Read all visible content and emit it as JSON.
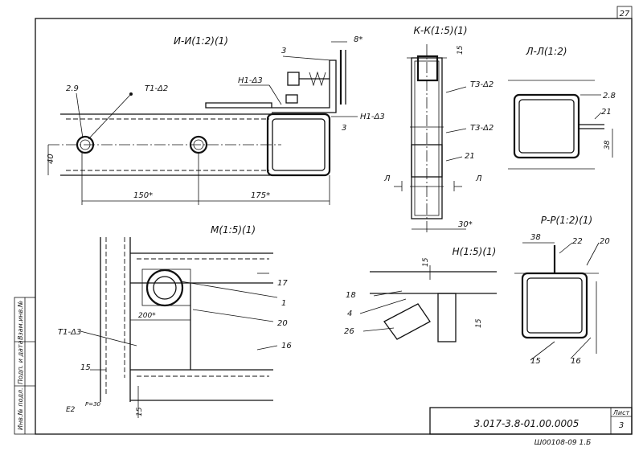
{
  "sheet_corner_number": "27",
  "sheet_label": "Лист",
  "sheet_number": "3",
  "doc_code": "3.017-3.8-01.00.0005",
  "bottom_code": "Ш00108-09  1.Б",
  "side_stamp": [
    "Инв.№ подл.",
    "Подп. и дата",
    "Взам.инв.№"
  ],
  "views": {
    "ii": {
      "title": "И-И(1:2)(1)",
      "labels": [
        "2.9",
        "Т1-Δ2",
        "Н1-Δ3",
        "3",
        "8*",
        "Н1-Δ3",
        "3",
        "40",
        "150*",
        "175*"
      ]
    },
    "kk": {
      "title": "К-К(1:5)(1)",
      "labels": [
        "15",
        "Т3-Δ2",
        "Т3-Δ2",
        "21",
        "Л",
        "Л",
        "30*"
      ]
    },
    "ll": {
      "title": "Л-Л(1:2)",
      "labels": [
        "2.8",
        "21",
        "38"
      ]
    },
    "m": {
      "title": "М(1:5)(1)",
      "labels": [
        "17",
        "1",
        "20",
        "200*",
        "Т1-Δ3",
        "16",
        "15",
        "Е2",
        "Р=30",
        "15"
      ]
    },
    "n": {
      "title": "Н(1:5)(1)",
      "labels": [
        "15",
        "18",
        "4",
        "26",
        "15"
      ]
    },
    "pp": {
      "title": "Р-Р(1:2)(1)",
      "labels": [
        "38",
        "22",
        "20",
        "15",
        "16"
      ]
    }
  }
}
